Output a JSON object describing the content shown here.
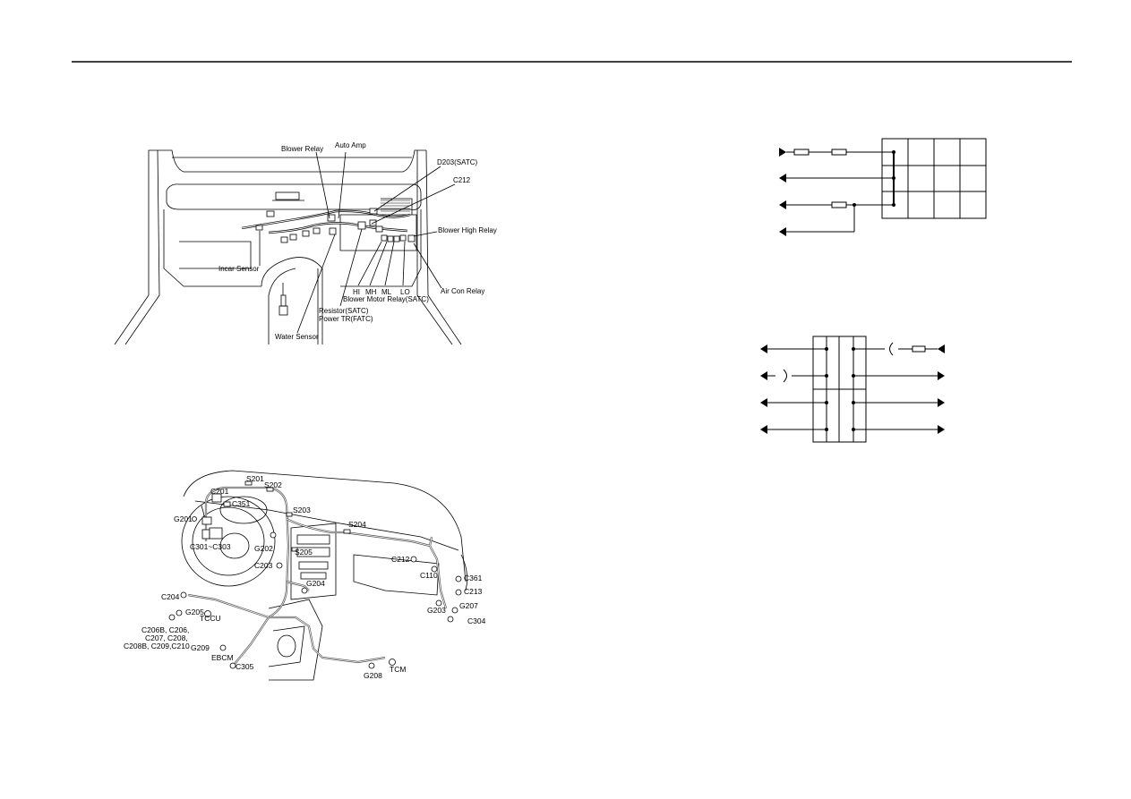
{
  "top_figure": {
    "labels": {
      "blower_relay": "Blower Relay",
      "auto_amp": "Auto Amp",
      "d203": "D203(SATC)",
      "c212": "C212",
      "blower_high_relay": "Blower High Relay",
      "incar_sensor": "Incar Sensor",
      "air_con_relay": "Air Con Relay",
      "hi": "HI",
      "mh": "MH",
      "ml": "ML",
      "lo": "LO",
      "blower_motor_relay": "Blower Motor Relay(SATC)",
      "resistor": "Resistor(SATC)",
      "power_tr": "Power TR(FATC)",
      "water_sensor": "Water Sensor"
    }
  },
  "bottom_figure": {
    "labels": {
      "s201": "S201",
      "s202": "S202",
      "c201": "C201",
      "c351": "C351",
      "s203": "S203",
      "g201": "G201",
      "s204": "S204",
      "c301_c303": "C301~C303",
      "g202": "G202",
      "s205": "S205",
      "c212": "C212",
      "c203": "C203",
      "c110": "C110",
      "g204": "G204",
      "c361": "C361",
      "c204": "C204",
      "c213": "C213",
      "g205": "G205",
      "g203": "G203",
      "g207": "G207",
      "tccu": "TCCU",
      "c304": "C304",
      "c206_line1": "C206B, C206,",
      "c206_line2": "C207, C208,",
      "c206_line3": "C208B, C209,C210",
      "g209": "G209",
      "ebcm": "EBCM",
      "c305": "C305",
      "g208": "G208",
      "tcm": "TCM"
    }
  }
}
